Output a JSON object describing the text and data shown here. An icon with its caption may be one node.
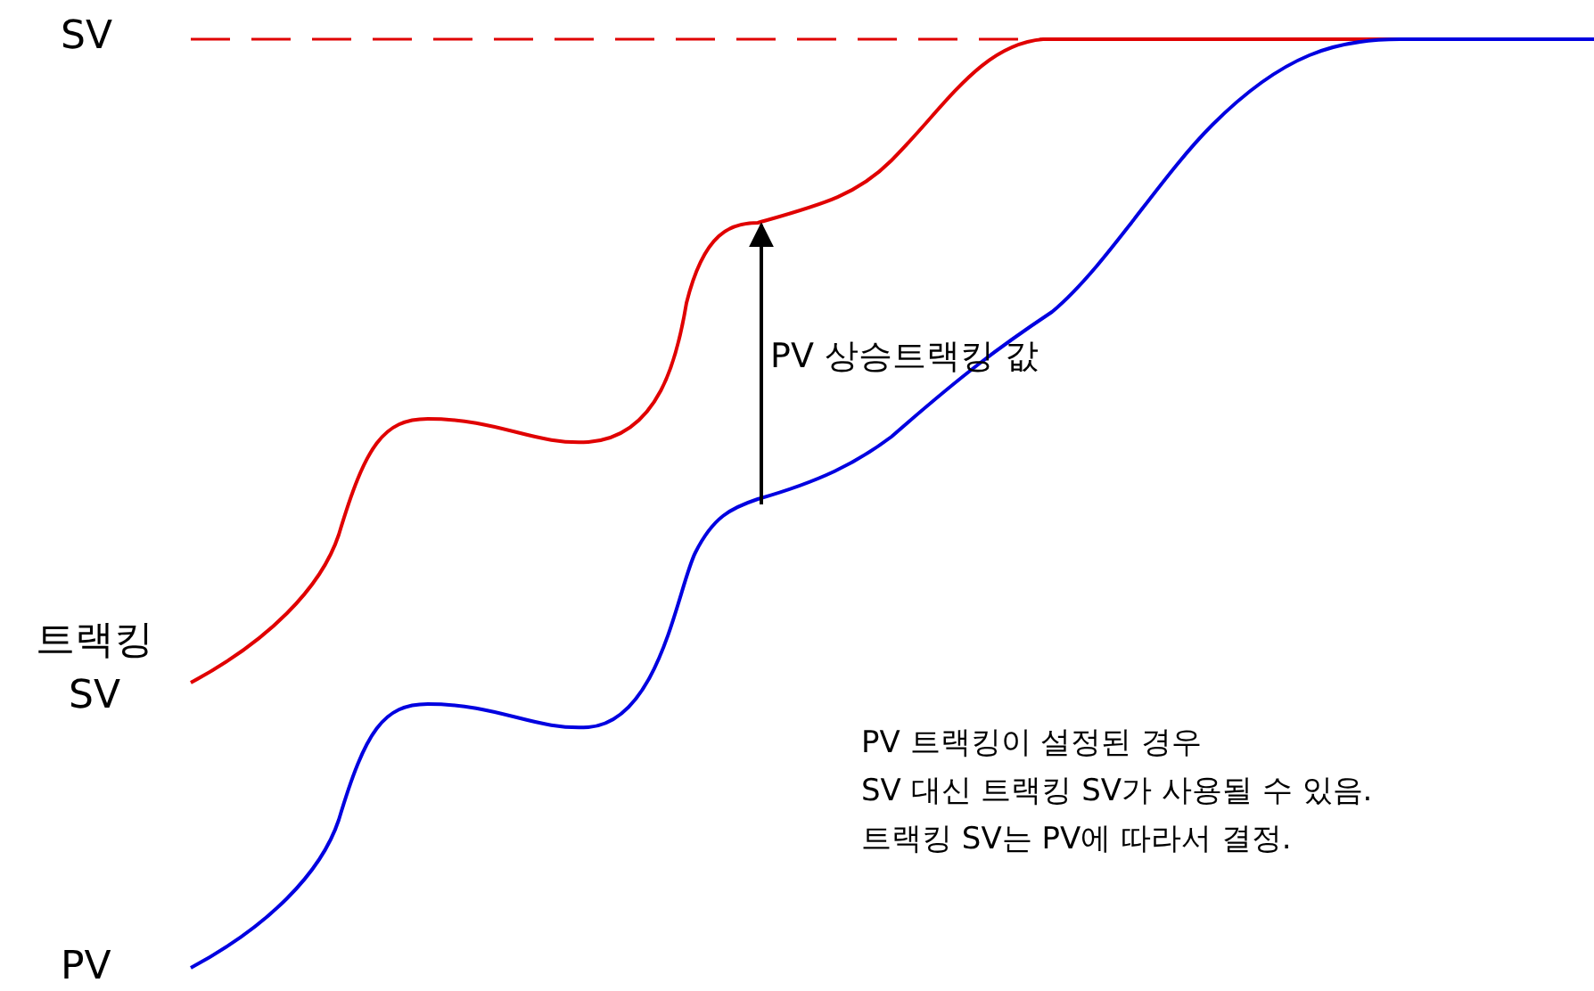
{
  "diagram": {
    "labels": [
      "SV",
      "PV 상승트랙킹 값",
      "트랙킹 SV",
      "PV 트랙킹이 설정된 경우",
      "SV 대신 트랙킹 SV가 사용될 수 있음.",
      "트랙킹 SV는 PV에 따라서 결정.",
      "PV"
    ]
  }
}
